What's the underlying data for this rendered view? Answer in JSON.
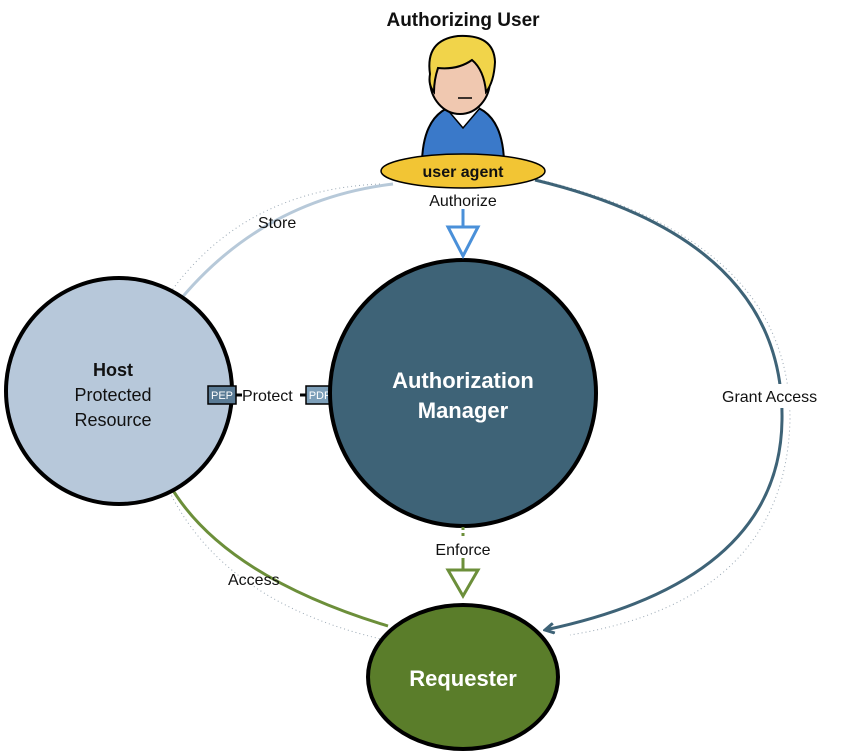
{
  "user": {
    "title": "Authorizing User",
    "agent_label": "user agent"
  },
  "host": {
    "title": "Host",
    "line1": "Protected",
    "line2": "Resource",
    "pep": "PEP"
  },
  "manager": {
    "line1": "Authorization",
    "line2": "Manager",
    "pdp": "PDP"
  },
  "requester": {
    "label": "Requester"
  },
  "edges": {
    "store": "Store",
    "authorize": "Authorize",
    "protect": "Protect",
    "grant_access": "Grant Access",
    "enforce": "Enforce",
    "access": "Access"
  },
  "colors": {
    "host_fill": "#b7c8da",
    "manager_fill": "#3e6377",
    "requester_fill": "#5a7d2a",
    "agent_fill": "#f2c534",
    "store_arrow": "#b7c9d9",
    "grant_arrow": "#3e6377",
    "access_arrow": "#6c8f3a",
    "authorize_arrow": "#4a90d9",
    "enforce_arrow": "#6c8f3a"
  }
}
